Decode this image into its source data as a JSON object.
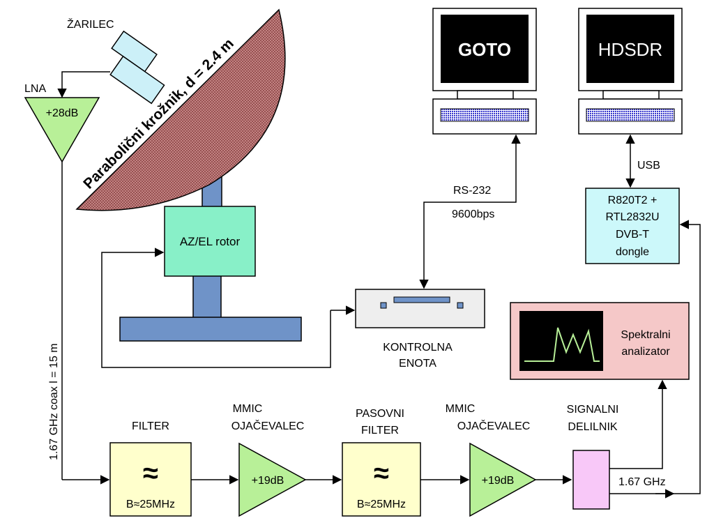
{
  "dish": {
    "label": "Parabolični krožnik, d = 2.4 m"
  },
  "feed": {
    "label": "ŽARILEC"
  },
  "lna": {
    "label": "LNA",
    "gain": "+28dB"
  },
  "coax": {
    "label": "1.67 GHz coax l = 15 m"
  },
  "rotor": {
    "label": "AZ/EL rotor"
  },
  "computers": {
    "goto": {
      "screen_text": "GOTO"
    },
    "hdsdr": {
      "screen_text": "HDSDR"
    }
  },
  "links": {
    "rs232": "RS-232",
    "baud": "9600bps",
    "usb": "USB",
    "freq": "1.67 GHz"
  },
  "dongle": {
    "lines": [
      "R820T2 +",
      "RTL2832U",
      "DVB-T",
      "dongle"
    ]
  },
  "control_unit": {
    "lines": [
      "KONTROLNA",
      "ENOTA"
    ]
  },
  "spectrum_analyzer": {
    "lines": [
      "Spektralni",
      "analizator"
    ]
  },
  "chain": {
    "filter1": {
      "title": "FILTER",
      "symbol": "≈",
      "bandwidth": "B≈25MHz"
    },
    "amp1": {
      "title_lines": [
        "MMIC",
        "OJAČEVALEC"
      ],
      "gain": "+19dB"
    },
    "filter2": {
      "title_lines": [
        "PASOVNI",
        "FILTER"
      ],
      "symbol": "≈",
      "bandwidth": "B≈25MHz"
    },
    "amp2": {
      "title_lines": [
        "MMIC",
        "OJAČEVALEC"
      ],
      "gain": "+19dB"
    },
    "splitter": {
      "title_lines": [
        "SIGNALNI",
        "DELILNIK"
      ]
    }
  },
  "colors": {
    "dish": "#c98a8a",
    "feed": "#ccf0f8",
    "amp": "#b8f098",
    "rotor": "#88f0c8",
    "mount": "#6f93c8",
    "filter": "#ffffcc",
    "dongle": "#ccf8fa",
    "analyzer": "#f5c8c8",
    "splitter": "#f8c8f8",
    "control": "#eeeeee",
    "keyboard": "#3333cc"
  }
}
